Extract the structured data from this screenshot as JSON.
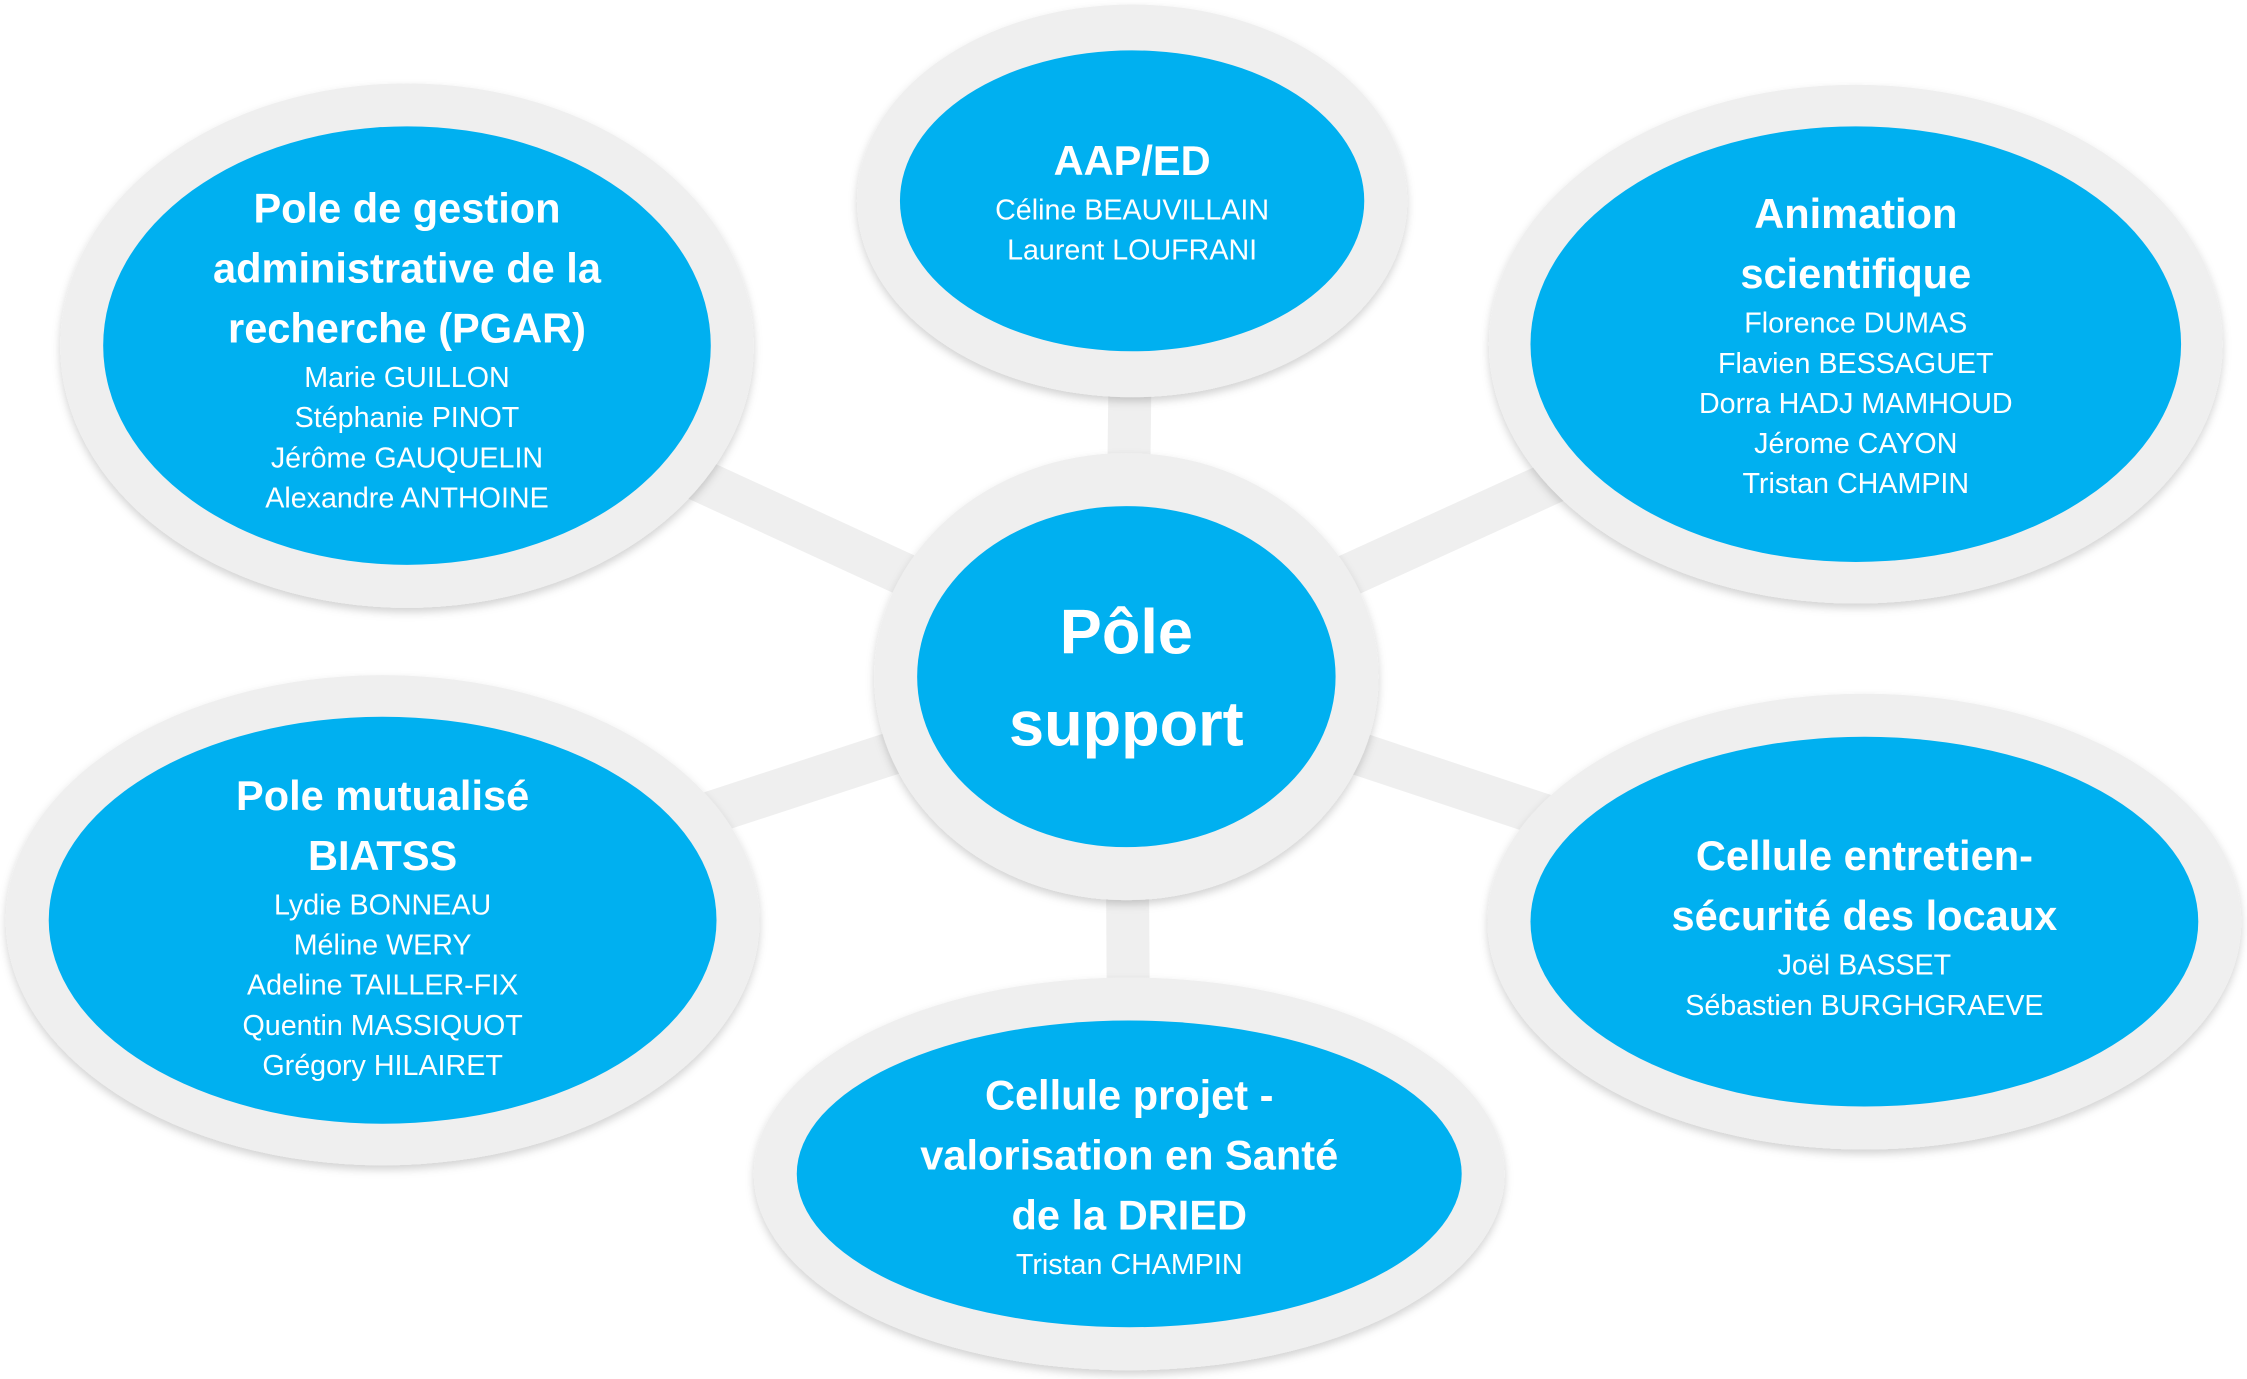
{
  "colors": {
    "node_fill": "#00B0F0",
    "ring": "#EFEFEF",
    "connector": "#EFEFEF",
    "text": "#FFFFFF"
  },
  "center": {
    "title_lines": [
      "Pôle",
      "support"
    ]
  },
  "nodes": [
    {
      "id": "aap-ed",
      "title_lines": [
        "AAP/ED"
      ],
      "members": [
        "Céline BEAUVILLAIN",
        "Laurent LOUFRANI"
      ]
    },
    {
      "id": "pgar",
      "title_lines": [
        "Pole de gestion",
        "administrative de la",
        "recherche (PGAR)"
      ],
      "members": [
        "Marie GUILLON",
        "Stéphanie PINOT",
        "Jérôme GAUQUELIN",
        "Alexandre ANTHOINE"
      ]
    },
    {
      "id": "animation",
      "title_lines": [
        "Animation",
        "scientifique"
      ],
      "members": [
        "Florence DUMAS",
        "Flavien BESSAGUET",
        "Dorra HADJ MAMHOUD",
        "Jérome CAYON",
        "Tristan CHAMPIN"
      ]
    },
    {
      "id": "biatss",
      "title_lines": [
        "Pole mutualisé",
        "BIATSS"
      ],
      "members": [
        "Lydie BONNEAU",
        "Méline WERY",
        "Adeline TAILLER-FIX",
        "Quentin MASSIQUOT",
        "Grégory HILAIRET"
      ]
    },
    {
      "id": "entretien",
      "title_lines": [
        "Cellule entretien-",
        "sécurité des locaux"
      ],
      "members": [
        "Joël BASSET",
        "Sébastien BURGHGRAEVE"
      ]
    },
    {
      "id": "projet",
      "title_lines": [
        "Cellule projet -",
        "valorisation en Santé",
        "de la DRIED"
      ],
      "members": [
        "Tristan CHAMPIN"
      ]
    }
  ]
}
